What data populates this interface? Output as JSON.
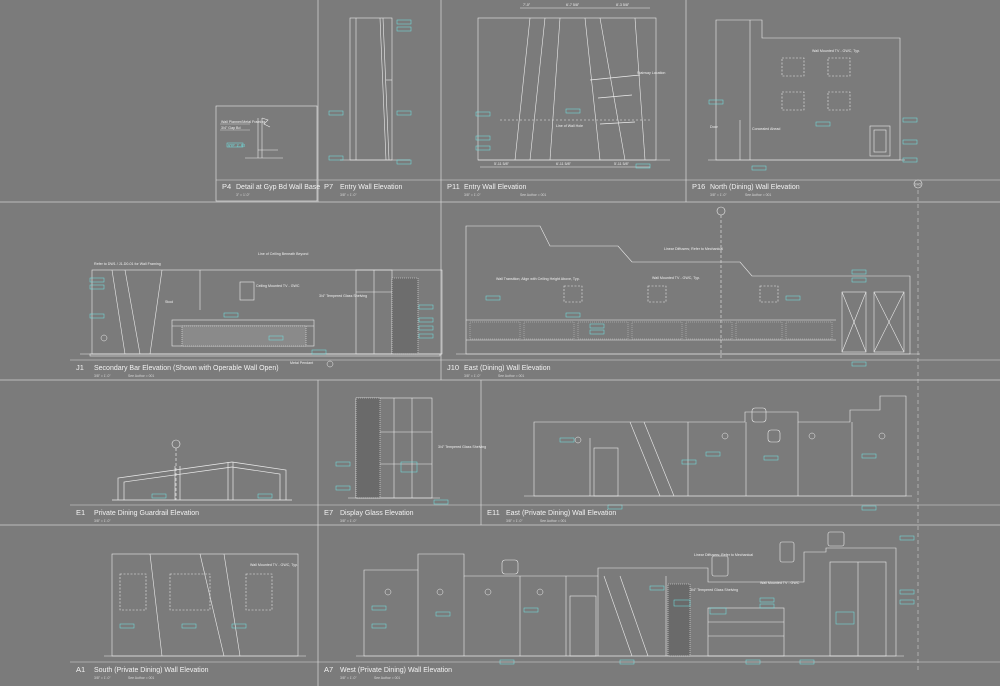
{
  "sheet": {
    "background_color": "#7b7b7b",
    "line_color": "#e6e6e6",
    "tag_color": "#6ee6e6"
  },
  "panels": [
    {
      "id": "P4",
      "num": "P4",
      "title": "Detail at Gyp Bd Wall Base",
      "scale": "3\" = 1'-0\""
    },
    {
      "id": "P7",
      "num": "P7",
      "title": "Entry Wall Elevation",
      "scale": "3/8\" = 1'-0\""
    },
    {
      "id": "P11",
      "num": "P11",
      "title": "Entry Wall Elevation",
      "scale": "3/8\" = 1'-0\""
    },
    {
      "id": "P16",
      "num": "P16",
      "title": "North (Dining) Wall Elevation",
      "scale": "3/8\" = 1'-0\""
    },
    {
      "id": "J1",
      "num": "J1",
      "title": "Secondary Bar Elevation (Shown with Operable Wall Open)",
      "scale": "3/8\" = 1'-0\""
    },
    {
      "id": "J10",
      "num": "J10",
      "title": "East (Dining) Wall Elevation",
      "scale": "3/8\" = 1'-0\""
    },
    {
      "id": "E1",
      "num": "E1",
      "title": "Private Dining Guardrail Elevation",
      "scale": "3/8\" = 1'-0\""
    },
    {
      "id": "E7",
      "num": "E7",
      "title": "Display Glass Elevation",
      "scale": "3/8\" = 1'-0\""
    },
    {
      "id": "E11",
      "num": "E11",
      "title": "East (Private Dining) Wall Elevation",
      "scale": "3/8\" = 1'-0\""
    },
    {
      "id": "A1",
      "num": "A1",
      "title": "South (Private Dining) Wall Elevation",
      "scale": "3/8\" = 1'-0\""
    },
    {
      "id": "A7",
      "num": "A7",
      "title": "West (Private Dining) Wall Elevation",
      "scale": "3/8\" = 1'-0\""
    }
  ],
  "notes": {
    "p11_dims": [
      "7'-0\"",
      "6'-7 5/8\"",
      "8'-3 5/8\""
    ],
    "p11_bottom_dims": [
      "5'-11 5/8\"",
      "6'-11 5/8\"",
      "5'-11 5/8\""
    ],
    "p11_callouts": [
      "Stairway Location",
      "Line of Wall Hole"
    ],
    "p4_callouts": [
      "Wall Planner/Metal Framing",
      "3/4\" Gap Bd"
    ],
    "p16_callouts": [
      "Wall Mounted TV - GWC, Typ.",
      "Door",
      "Concealed Ahead"
    ],
    "j1_callouts": [
      "Refer to DW1 / J1-D0-01 for Wall Framing",
      "Line of Ceiling Beneath Beyond",
      "Ceiling Mounted TV - GWC",
      "3/4\" Tempered Glass Shelving",
      "Metal Pendant",
      "Stool"
    ],
    "j10_callouts": [
      "Linear Diffusers; Refer to Mechanical",
      "Wall Mounted TV - GWC, Typ.",
      "Wall Transition; Align with Ceiling Height Above, Typ."
    ],
    "e7_callouts": [
      "3/4\" Tempered Glass Shelving"
    ],
    "a1_callouts": [
      "Wall Mounted TV - GWC, Typ."
    ],
    "a7_callouts": [
      "Linear Diffusers; Refer to Mechanical",
      "Wall Mounted TV - GWC",
      "3/4\" Tempered Glass Shelving"
    ],
    "grid_marker": "3/A5",
    "ref_text": "See Author = 001"
  }
}
